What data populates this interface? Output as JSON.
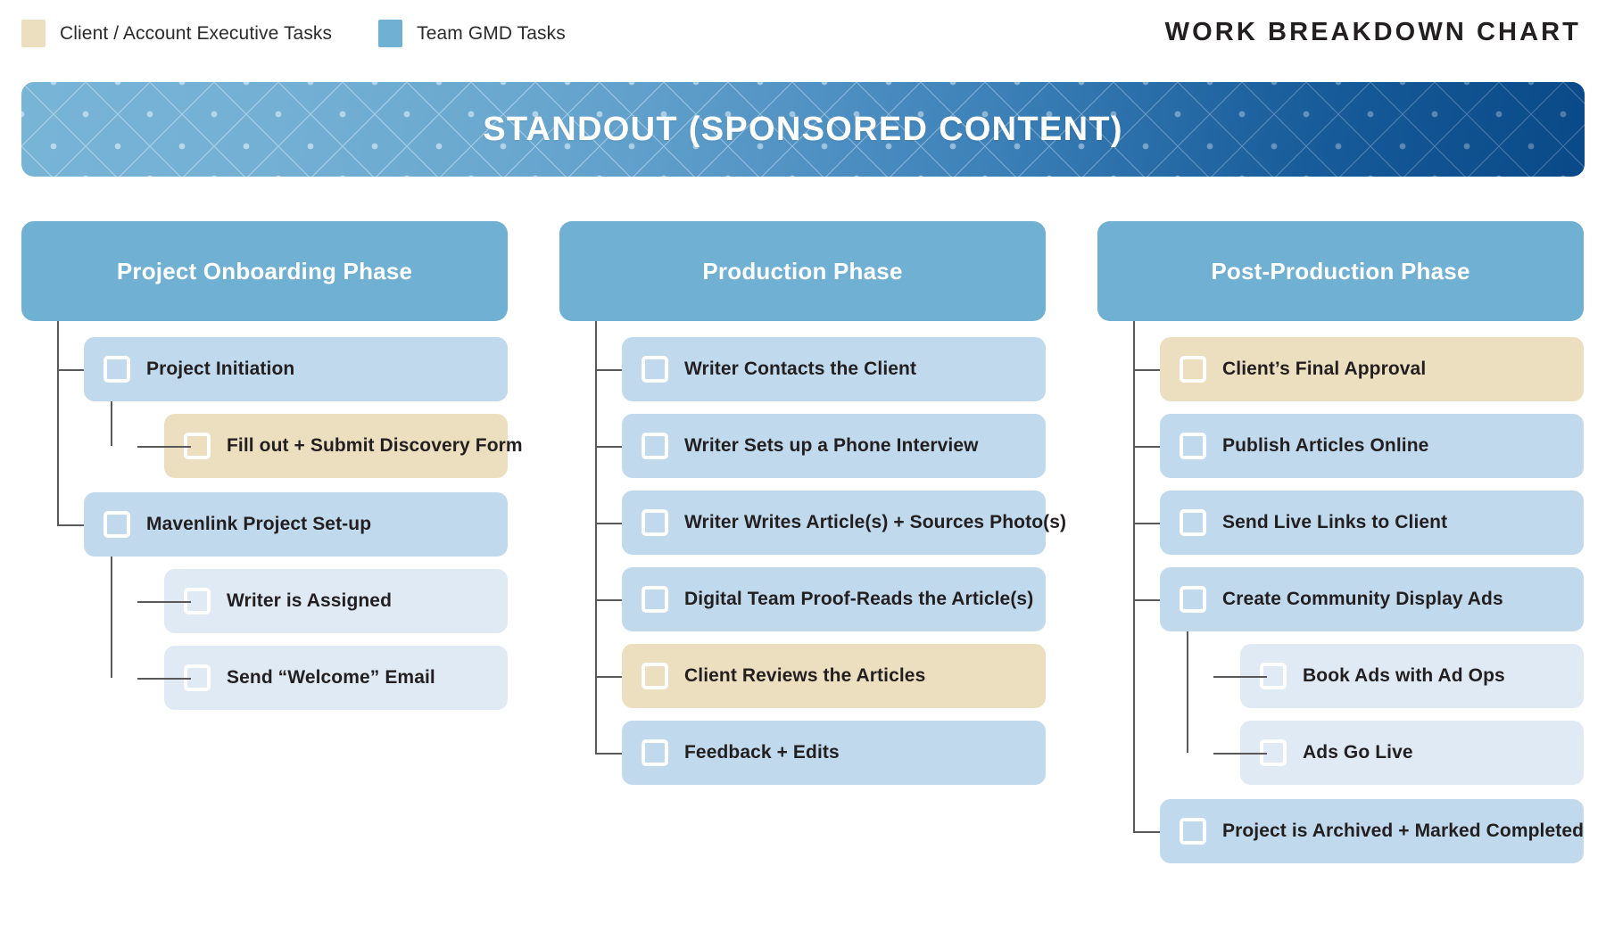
{
  "header": {
    "chart_title": "WORK BREAKDOWN CHART",
    "legend": [
      {
        "label": "Client / Account Executive Tasks",
        "color": "#ecdfc0",
        "swatch_name": "client-tasks-swatch"
      },
      {
        "label": "Team GMD Tasks",
        "color": "#6fb0d3",
        "swatch_name": "team-gmd-tasks-swatch"
      }
    ]
  },
  "banner": {
    "title": "STANDOUT (SPONSORED CONTENT)",
    "gradient_start": "#78b4d6",
    "gradient_end": "#0b5394"
  },
  "colors": {
    "phase_header": "#6fb0d3",
    "task_blue": "#c0d9ec",
    "task_light_blue": "#dfeaf4",
    "task_cream": "#ecdfc0",
    "connector": "#59595b",
    "text": "#231f20"
  },
  "columns": [
    {
      "phase": "Project Onboarding Phase",
      "tasks": [
        {
          "label": "Project Initiation",
          "type": "team",
          "level": 1,
          "children": [
            {
              "label": "Fill out + Submit Discovery Form",
              "type": "client",
              "level": 2
            }
          ]
        },
        {
          "label": "Mavenlink Project Set-up",
          "type": "team",
          "level": 1,
          "children": [
            {
              "label": "Writer is Assigned",
              "type": "team-sub",
              "level": 2
            },
            {
              "label": "Send “Welcome” Email",
              "type": "team-sub",
              "level": 2
            }
          ]
        }
      ]
    },
    {
      "phase": "Production Phase",
      "tasks": [
        {
          "label": "Writer Contacts the Client",
          "type": "team",
          "level": 1,
          "children": []
        },
        {
          "label": "Writer Sets up a Phone Interview",
          "type": "team",
          "level": 1,
          "children": []
        },
        {
          "label": "Writer Writes Article(s) + Sources Photo(s)",
          "type": "team",
          "level": 1,
          "children": []
        },
        {
          "label": "Digital Team Proof-Reads the Article(s)",
          "type": "team",
          "level": 1,
          "children": []
        },
        {
          "label": "Client Reviews the Articles",
          "type": "client",
          "level": 1,
          "children": []
        },
        {
          "label": "Feedback + Edits",
          "type": "team",
          "level": 1,
          "children": []
        }
      ]
    },
    {
      "phase": "Post-Production Phase",
      "tasks": [
        {
          "label": "Client’s Final Approval",
          "type": "client",
          "level": 1,
          "children": []
        },
        {
          "label": "Publish Articles Online",
          "type": "team",
          "level": 1,
          "children": []
        },
        {
          "label": "Send Live Links to Client",
          "type": "team",
          "level": 1,
          "children": []
        },
        {
          "label": "Create Community Display Ads",
          "type": "team",
          "level": 1,
          "children": [
            {
              "label": "Book Ads with Ad Ops",
              "type": "team-sub",
              "level": 2
            },
            {
              "label": "Ads Go Live",
              "type": "team-sub",
              "level": 2
            }
          ]
        },
        {
          "label": "Project is Archived + Marked Completed",
          "type": "team",
          "level": 1,
          "children": []
        }
      ]
    }
  ]
}
